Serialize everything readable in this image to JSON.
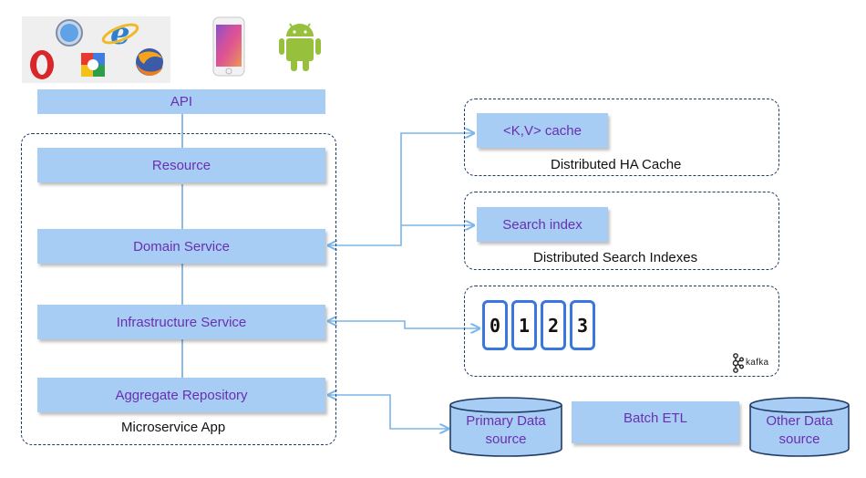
{
  "clients": {
    "browser_icons": [
      "safari-icon",
      "internet-explorer-icon",
      "opera-icon",
      "chrome-icon",
      "firefox-icon"
    ],
    "iphone_icon": "iphone-icon",
    "android_icon": "android-icon"
  },
  "api": {
    "label": "API"
  },
  "microservice": {
    "caption": "Microservice App",
    "layers": {
      "resource": "Resource",
      "domain_service": "Domain Service",
      "infrastructure_service": "Infrastructure Service",
      "aggregate_repository": "Aggregate Repository"
    }
  },
  "cache": {
    "box_label": "<K,V> cache",
    "caption": "Distributed HA Cache"
  },
  "search": {
    "box_label": "Search index",
    "caption": "Distributed Search Indexes"
  },
  "kafka": {
    "partitions": [
      "0",
      "1",
      "2",
      "3"
    ],
    "brand": "kafka"
  },
  "data": {
    "primary_line1": "Primary Data",
    "primary_line2": "source",
    "batch_etl": "Batch ETL",
    "other_line1": "Other Data",
    "other_line2": "source"
  },
  "colors": {
    "box_fill": "#a8cdf5",
    "box_text": "#6a2fb0",
    "dashed_border": "#1f3c66",
    "connector": "#7ab6ea",
    "kafka_partition_border": "#3a76e0"
  }
}
